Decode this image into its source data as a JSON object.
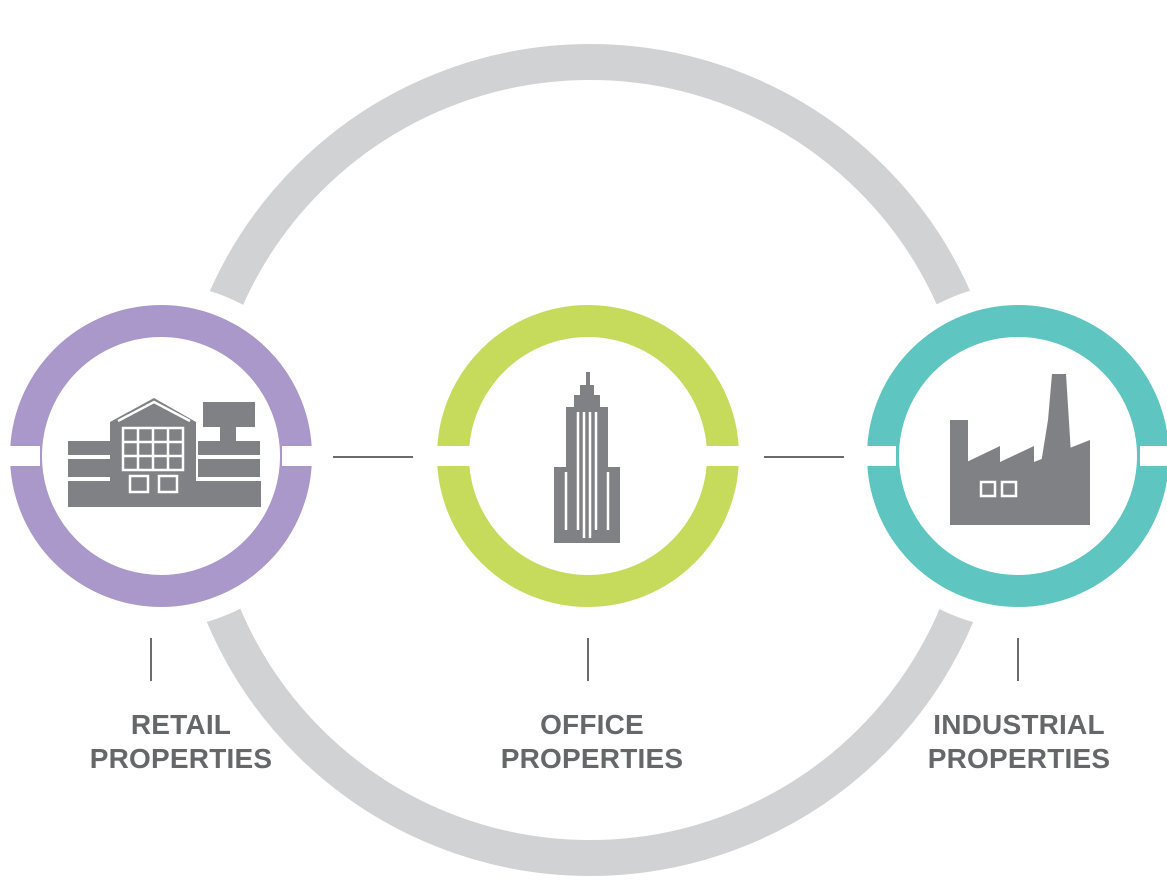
{
  "colors": {
    "ring": "#d1d2d4",
    "retail": "#a998c9",
    "office": "#c6da5c",
    "industrial": "#5ec5c0",
    "icon": "#808184",
    "text": "#666769",
    "connector": "#3a3a3a"
  },
  "nodes": [
    {
      "id": "retail",
      "icon": "store-building-icon",
      "label_line1": "RETAIL",
      "label_line2": "PROPERTIES"
    },
    {
      "id": "office",
      "icon": "skyscraper-icon",
      "label_line1": "OFFICE",
      "label_line2": "PROPERTIES"
    },
    {
      "id": "industrial",
      "icon": "factory-icon",
      "label_line1": "INDUSTRIAL",
      "label_line2": "PROPERTIES"
    }
  ]
}
